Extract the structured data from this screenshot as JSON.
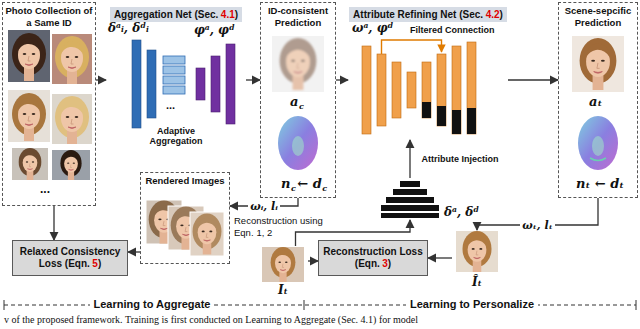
{
  "diagram": {
    "caption": "v of the proposed framework. Training is first conducted on Learning to Aggregate (Sec. 4.1) for model",
    "nodes": [
      {
        "text": [
          "Photo Collection of a Same ID"
        ]
      },
      {
        "text": [
          "Aggregation Net (Sec.",
          "4.1",
          ")"
        ]
      },
      {
        "text": [
          "ID-consistent Prediction"
        ]
      },
      {
        "text": [
          "Attribute Refining Net (Sec.",
          "4.2",
          ")"
        ]
      },
      {
        "text": [
          "Scene-sepcific Prediction"
        ]
      },
      {
        "text": [
          "Rendered Images"
        ]
      },
      {
        "text": [
          "Relaxed Consistency Loss (Eqn.",
          "5",
          ")"
        ]
      },
      {
        "text": [
          "δᵃ, δᵈ"
        ]
      },
      {
        "text": [
          "Iₜ"
        ]
      },
      {
        "text": [
          "Reconstruction Loss (Eqn.",
          "3",
          ")"
        ]
      },
      {
        "text": [
          "Îₜ"
        ]
      }
    ],
    "edges": [
      {
        "from": 0,
        "to": 1,
        "arrow": "to"
      },
      {
        "from": 1,
        "to": 2,
        "arrow": "to"
      },
      {
        "from": 2,
        "to": 3,
        "arrow": "to"
      },
      {
        "from": 3,
        "to": 4,
        "arrow": "to"
      },
      {
        "from": 2,
        "to": 5,
        "label": "ωᵢ, lᵢ",
        "arrow": "to"
      },
      {
        "from": 5,
        "to": 6,
        "arrow": "to"
      },
      {
        "from": 0,
        "to": 6,
        "arrow": "to"
      },
      {
        "from": 7,
        "to": 3,
        "label": "Attribute Injection",
        "arrow": "to"
      },
      {
        "from": 8,
        "to": 7,
        "arrow": "to"
      },
      {
        "from": 4,
        "to": 10,
        "label": "ωₜ, lₜ",
        "arrow": "to"
      },
      {
        "from": 10,
        "to": 9,
        "arrow": "to"
      },
      {
        "from": 8,
        "to": 9,
        "arrow": "to"
      }
    ],
    "labels": [
      "δᵃᵢ, δᵈᵢ",
      "...",
      "Adaptive Aggregation",
      "φᵃ, φᵈ",
      "a",
      "c",
      "n",
      "c",
      "← d",
      "c",
      "ωᵃ, φᵈ",
      "Filtered Connection",
      "aₜ",
      "nₜ ← dₜ",
      "...",
      "Reconstruction using",
      "Eqn.",
      "1, 2",
      "Learning to Aggregate",
      "Learning to Personalize"
    ]
  }
}
